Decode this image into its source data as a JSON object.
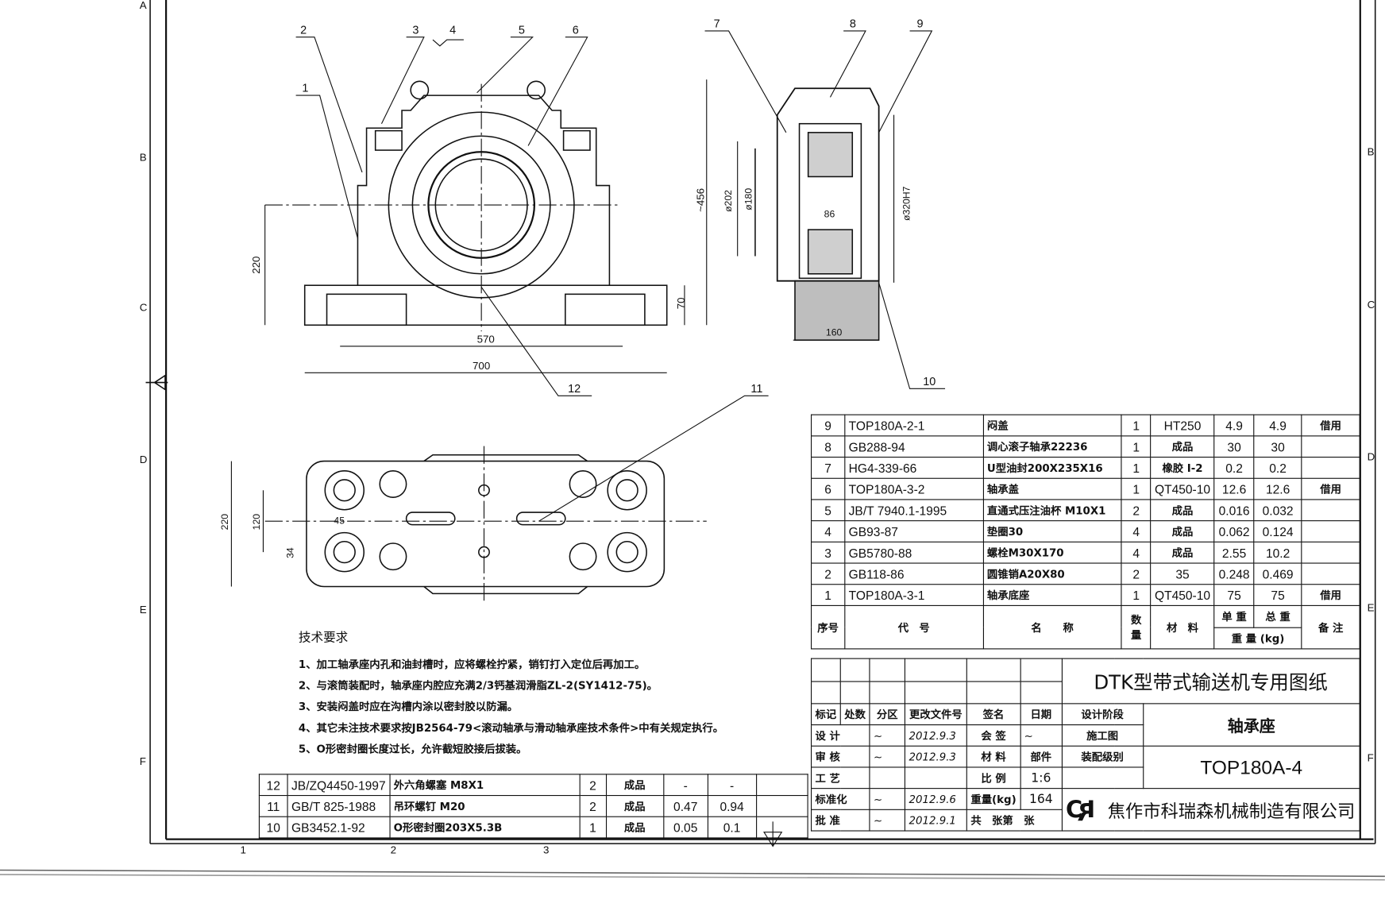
{
  "grid": {
    "left": [
      "A",
      "B",
      "C",
      "D",
      "E",
      "F"
    ],
    "right": [
      "B",
      "C",
      "D",
      "E",
      "F"
    ],
    "bottom": [
      "1",
      "2",
      "3"
    ]
  },
  "callouts": [
    "1",
    "2",
    "3",
    "4",
    "5",
    "6",
    "7",
    "8",
    "9",
    "10",
    "11",
    "12"
  ],
  "dims": {
    "front_h220": "220",
    "front_h456": "~456",
    "front_h70": "70",
    "front_w570": "570",
    "front_w700": "700",
    "side_d202": "ø202",
    "side_d180": "ø180",
    "side_86": "86",
    "side_d320": "ø320H7",
    "side_w160": "160",
    "plan_220": "220",
    "plan_120": "120",
    "plan_45": "45",
    "plan_34": "34"
  },
  "tech": {
    "title": "技术要求",
    "items": [
      "1、加工轴承座内孔和油封槽时，应将螺栓拧紧，销钉打入定位后再加工。",
      "2、与滚筒装配时，轴承座内腔应充满2/3钙基润滑脂ZL-2(SY1412-75)。",
      "3、安装闷盖时应在沟槽内涂以密封胶以防漏。",
      "4、其它未注技术要求按JB2564-79<滚动轴承与滑动轴承座技术条件>中有关规定执行。",
      "5、O形密封圈长度过长，允许截短胶接后拔装。"
    ]
  },
  "parts": [
    {
      "no": "9",
      "code": "TOP180A-2-1",
      "name": "闷盖",
      "qty": "1",
      "mat": "HT250",
      "unit": "4.9",
      "total": "4.9",
      "note": "借用"
    },
    {
      "no": "8",
      "code": "GB288-94",
      "name": "调心滚子轴承22236",
      "qty": "1",
      "mat": "成品",
      "unit": "30",
      "total": "30",
      "note": ""
    },
    {
      "no": "7",
      "code": "HG4-339-66",
      "name": "U型油封200X235X16",
      "qty": "1",
      "mat": "橡胶 I-2",
      "unit": "0.2",
      "total": "0.2",
      "note": ""
    },
    {
      "no": "6",
      "code": "TOP180A-3-2",
      "name": "轴承盖",
      "qty": "1",
      "mat": "QT450-10",
      "unit": "12.6",
      "total": "12.6",
      "note": "借用"
    },
    {
      "no": "5",
      "code": "JB/T 7940.1-1995",
      "name": "直通式压注油杯 M10X1",
      "qty": "2",
      "mat": "成品",
      "unit": "0.016",
      "total": "0.032",
      "note": ""
    },
    {
      "no": "4",
      "code": "GB93-87",
      "name": "垫圈30",
      "qty": "4",
      "mat": "成品",
      "unit": "0.062",
      "total": "0.124",
      "note": ""
    },
    {
      "no": "3",
      "code": "GB5780-88",
      "name": "螺栓M30X170",
      "qty": "4",
      "mat": "成品",
      "unit": "2.55",
      "total": "10.2",
      "note": ""
    },
    {
      "no": "2",
      "code": "GB118-86",
      "name": "圆锥销A20X80",
      "qty": "2",
      "mat": "35",
      "unit": "0.248",
      "total": "0.469",
      "note": ""
    },
    {
      "no": "1",
      "code": "TOP180A-3-1",
      "name": "轴承底座",
      "qty": "1",
      "mat": "QT450-10",
      "unit": "75",
      "total": "75",
      "note": "借用"
    }
  ],
  "parts_header": {
    "no": "序号",
    "code": "代　号",
    "name": "名　　称",
    "qty": "数量",
    "mat": "材　料",
    "unit": "单 重",
    "total": "总 重",
    "weight": "重 量 (kg)",
    "note": "备 注"
  },
  "parts2": [
    {
      "no": "12",
      "code": "JB/ZQ4450-1997",
      "name": "外六角螺塞 M8X1",
      "qty": "2",
      "mat": "成品",
      "unit": "-",
      "total": "-"
    },
    {
      "no": "11",
      "code": "GB/T 825-1988",
      "name": "吊环螺钉 M20",
      "qty": "2",
      "mat": "成品",
      "unit": "0.47",
      "total": "0.94"
    },
    {
      "no": "10",
      "code": "GB3452.1-92",
      "name": "O形密封圈203X5.3B",
      "qty": "1",
      "mat": "成品",
      "unit": "0.05",
      "total": "0.1"
    }
  ],
  "title_block": {
    "project": "DTK型带式输送机专用图纸",
    "part_name": "轴承座",
    "drawing_no": "TOP180A-4",
    "company": "焦作市科瑞森机械制造有限公司",
    "logo": "CR",
    "h_mark": "标记",
    "h_count": "处数",
    "h_zone": "分区",
    "h_docno": "更改文件号",
    "h_sign": "签名",
    "h_date": "日期",
    "design_stage_label": "设计阶段",
    "design_stage": "施工图",
    "design_label": "设 计",
    "design_date": "2012.9.3",
    "check_label": "审 核",
    "check_date": "2012.9.3",
    "process_label": "工 艺",
    "std_label": "标准化",
    "std_date": "2012.9.6",
    "approve_label": "批 准",
    "approve_date": "2012.9.1",
    "countersign_label": "会 签",
    "material_label": "材 料",
    "material": "部件",
    "assembly_label": "装配级别",
    "scale_label": "比 例",
    "scale": "1:6",
    "weight_label": "重量(kg)",
    "weight": "164",
    "sheets": "共　张第　张"
  }
}
